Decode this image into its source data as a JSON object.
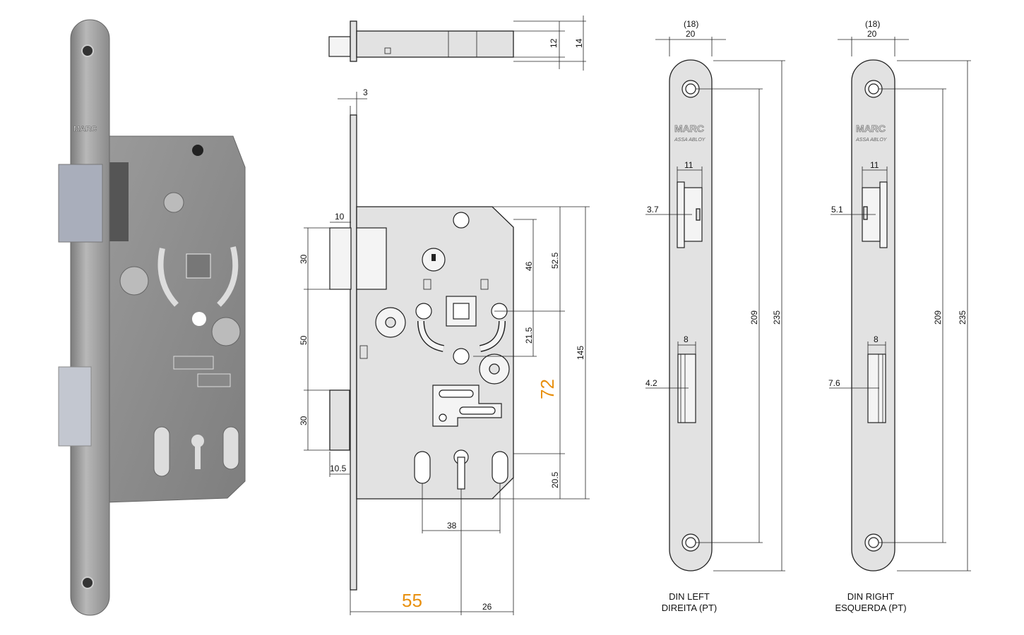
{
  "logo": {
    "brand": "MARC",
    "sub": "ASSA ABLOY"
  },
  "top_view": {
    "dim_inner": "12",
    "dim_outer": "14"
  },
  "front_view": {
    "faceplate_thickness": "3",
    "latch_projection": "10",
    "latch_height": "30",
    "latch_to_bolt": "50",
    "bolt_height": "30",
    "bolt_projection": "10.5",
    "top_to_follower": "46",
    "top_to_follower_axis": "52.5",
    "follower_to_cylinder_top": "21.5",
    "case_height": "145",
    "distance_centers": "72",
    "cylinder_to_bottom": "20.5",
    "lever_spacing": "38",
    "backset": "55",
    "backset_remainder": "26"
  },
  "din_left": {
    "width_alt": "(18)",
    "width": "20",
    "latch_width": "11",
    "latch_offset": "3.7",
    "bolt_width": "8",
    "bolt_offset": "4.2",
    "hole_spacing": "209",
    "length": "235",
    "caption1": "DIN LEFT",
    "caption2": "DIREITA (PT)"
  },
  "din_right": {
    "width_alt": "(18)",
    "width": "20",
    "latch_width": "11",
    "latch_offset": "5.1",
    "bolt_width": "8",
    "bolt_offset": "7.6",
    "hole_spacing": "209",
    "length": "235",
    "caption1": "DIN RIGHT",
    "caption2": "ESQUERDA (PT)"
  },
  "colors": {
    "accent": "#e8900f",
    "steel": "#9a9a9a"
  }
}
